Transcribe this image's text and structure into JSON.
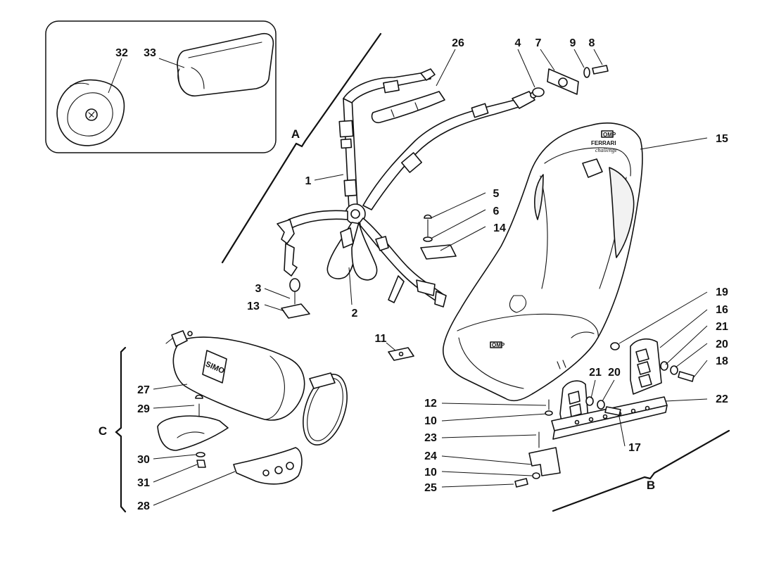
{
  "callouts": {
    "c1": "1",
    "c2": "2",
    "c3": "3",
    "c4": "4",
    "c5": "5",
    "c6": "6",
    "c7": "7",
    "c8": "8",
    "c9": "9",
    "c10a": "10",
    "c10b": "10",
    "c11": "11",
    "c12": "12",
    "c13": "13",
    "c14": "14",
    "c15": "15",
    "c16": "16",
    "c17": "17",
    "c18": "18",
    "c19": "19",
    "c20a": "20",
    "c20b": "20",
    "c21a": "21",
    "c21b": "21",
    "c22": "22",
    "c23": "23",
    "c24": "24",
    "c25": "25",
    "c26": "26",
    "c27": "27",
    "c28": "28",
    "c29": "29",
    "c30": "30",
    "c31": "31",
    "c32": "32",
    "c33": "33"
  },
  "groups": {
    "a": "A",
    "b": "B",
    "c": "C"
  },
  "markings": {
    "seat_logo_top": "OMP",
    "seat_brand": "FERRARI",
    "seat_sub": "challenge",
    "cushion_logo": "OMP",
    "extinguisher_brand": "SIMO"
  },
  "colors": {
    "line": "#111111",
    "background": "#ffffff"
  }
}
